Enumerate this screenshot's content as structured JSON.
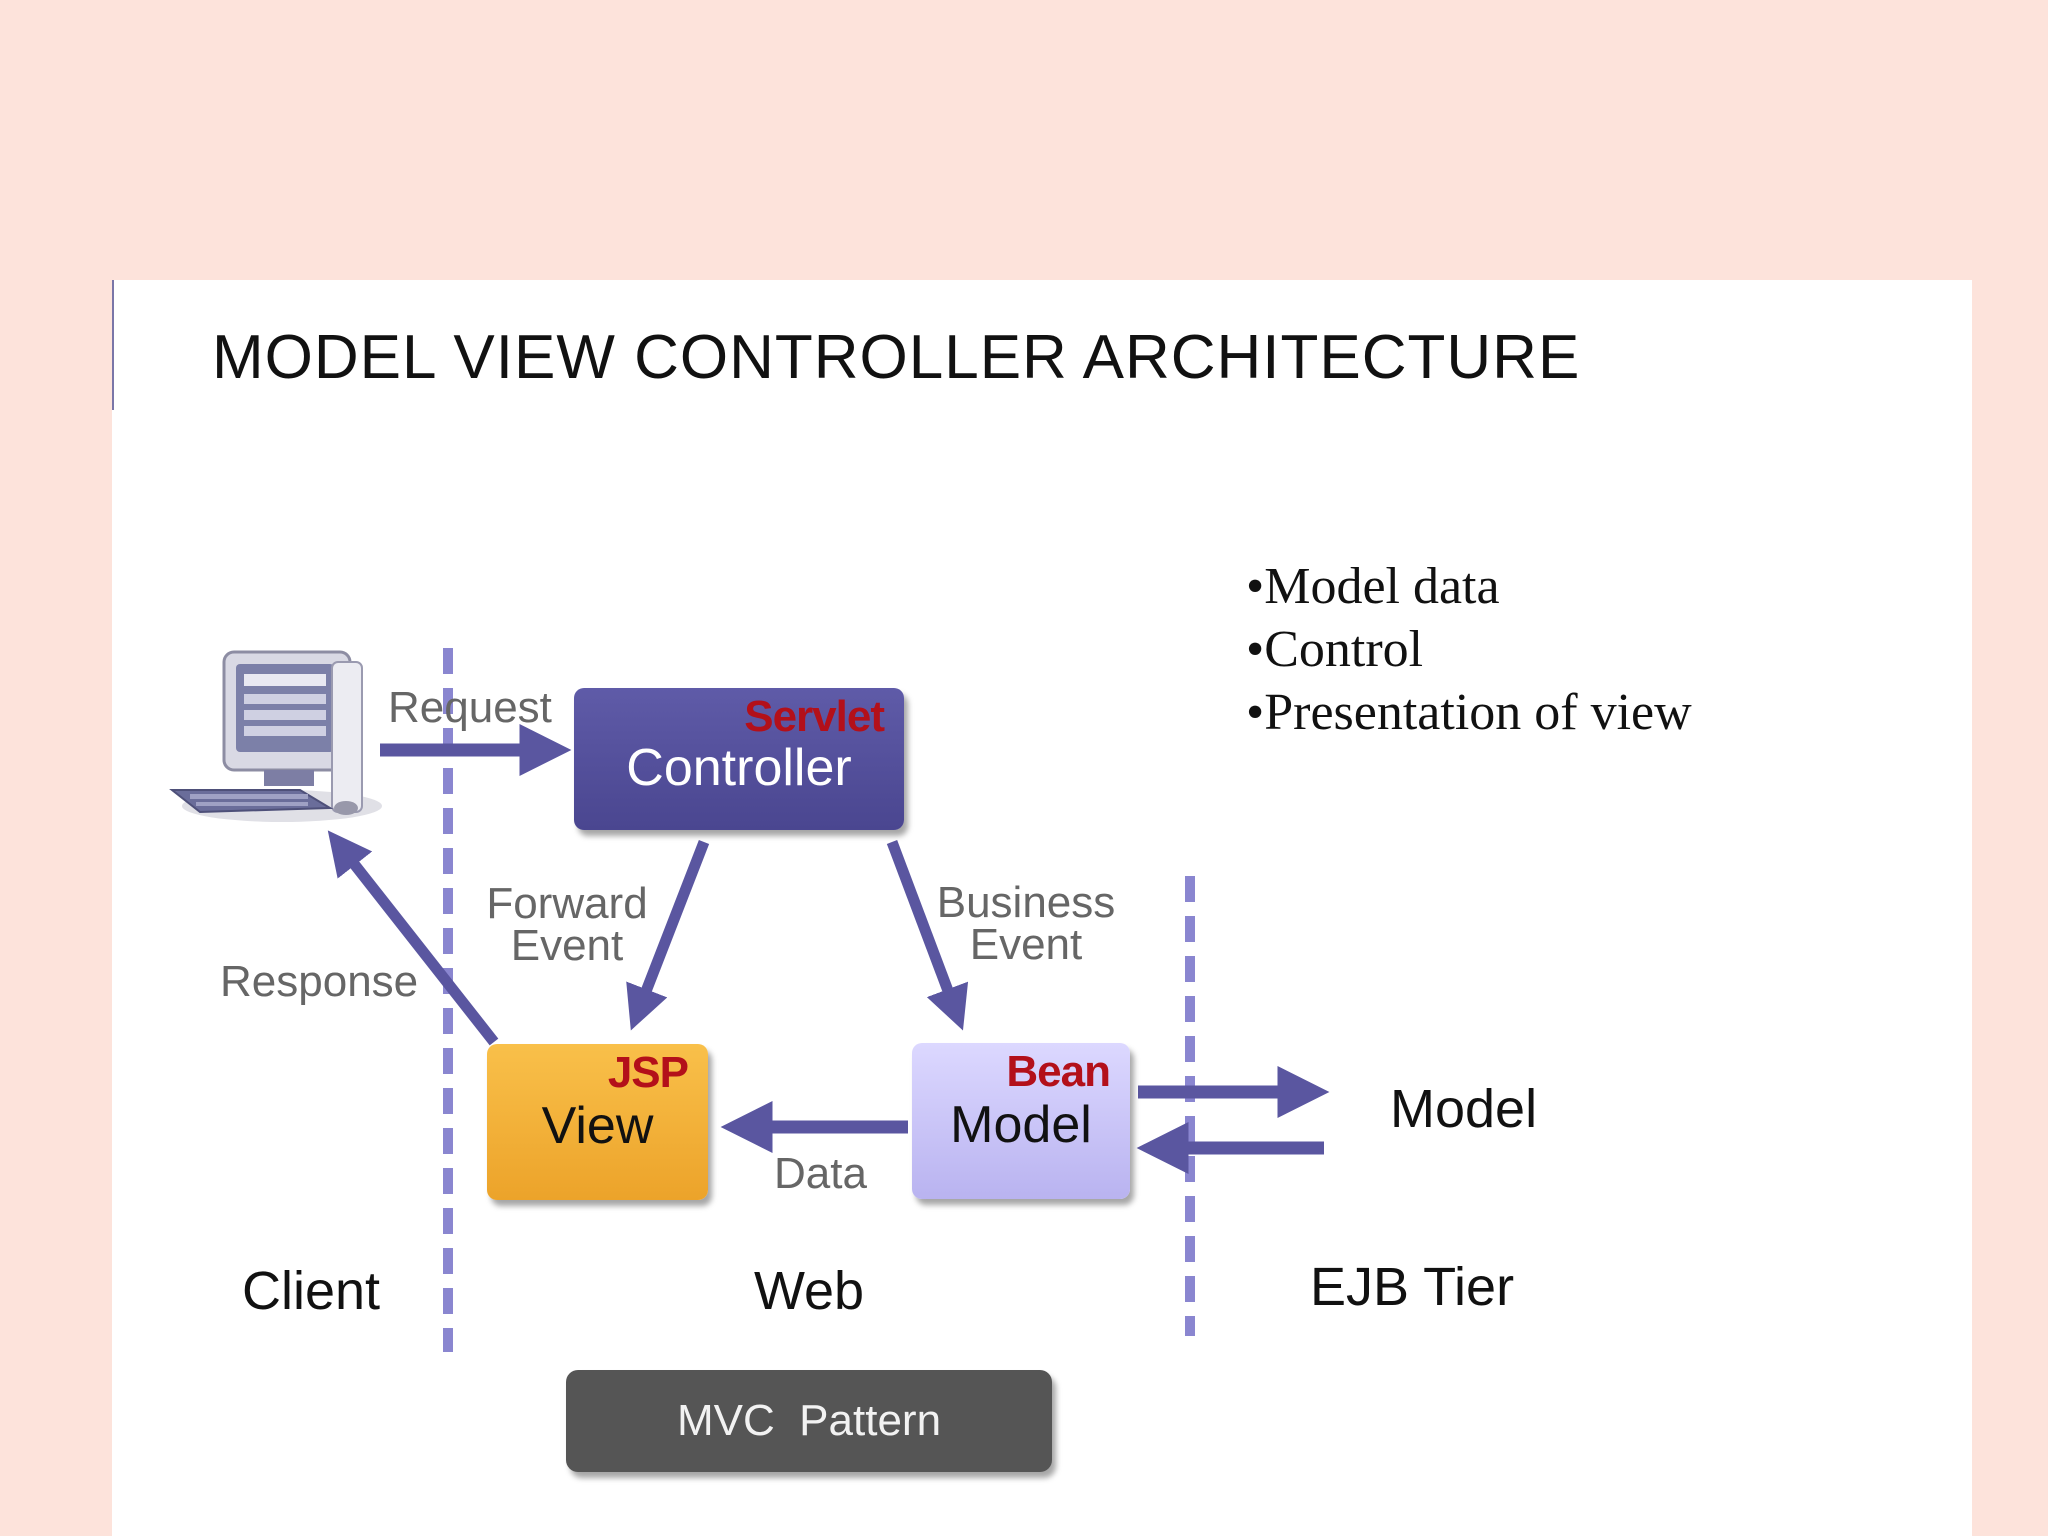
{
  "slide": {
    "title": "MODEL VIEW CONTROLLER ARCHITECTURE",
    "bullets": [
      "•Model data",
      "•Control",
      "•Presentation of view"
    ]
  },
  "diagram": {
    "nodes": {
      "controller": {
        "tag": "Servlet",
        "name": "Controller"
      },
      "view": {
        "tag": "JSP",
        "name": "View"
      },
      "model": {
        "tag": "Bean",
        "name": "Model"
      },
      "ejb_model": {
        "name": "Model"
      },
      "client_computer": {
        "icon": "computer-icon"
      }
    },
    "edges": {
      "request": "Request",
      "response": "Response",
      "forward_event": [
        "Forward",
        "Event"
      ],
      "business_event": [
        "Business",
        "Event"
      ],
      "data": "Data"
    },
    "tiers": [
      "Client",
      "Web",
      "EJB Tier"
    ],
    "caption": "MVC  Pattern",
    "colors": {
      "arrow": "#5a56a0",
      "divider": "#8a86d0",
      "controller": "#4f4b96",
      "view": "#f3b23a",
      "model": "#c8c3f8",
      "tag": "#b3101a",
      "caption_bg": "#555555"
    }
  }
}
